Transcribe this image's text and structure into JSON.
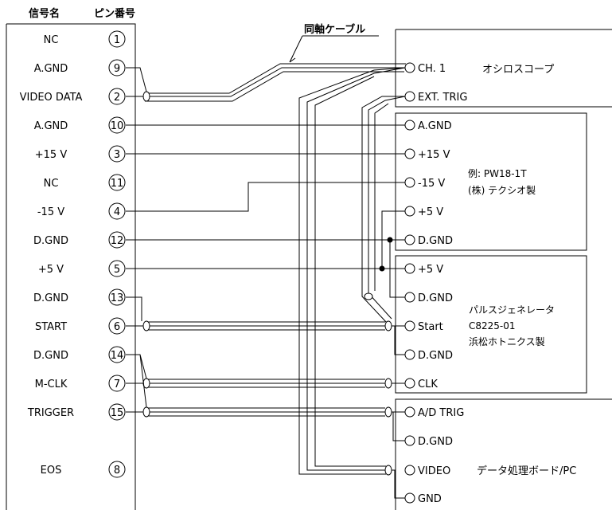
{
  "header": {
    "signal_name": "信号名",
    "pin_number": "ピン番号"
  },
  "cable_label": "同軸ケーブル",
  "connector_pins": [
    {
      "signal": "NC",
      "pin": "1"
    },
    {
      "signal": "A.GND",
      "pin": "9"
    },
    {
      "signal": "VIDEO DATA",
      "pin": "2"
    },
    {
      "signal": "A.GND",
      "pin": "10"
    },
    {
      "signal": "+15 V",
      "pin": "3"
    },
    {
      "signal": "NC",
      "pin": "11"
    },
    {
      "signal": "-15 V",
      "pin": "4"
    },
    {
      "signal": "D.GND",
      "pin": "12"
    },
    {
      "signal": "+5 V",
      "pin": "5"
    },
    {
      "signal": "D.GND",
      "pin": "13"
    },
    {
      "signal": "START",
      "pin": "6"
    },
    {
      "signal": "D.GND",
      "pin": "14"
    },
    {
      "signal": "M-CLK",
      "pin": "7"
    },
    {
      "signal": "TRIGGER",
      "pin": "15"
    },
    {
      "signal": "EOS",
      "pin": "8"
    }
  ],
  "oscilloscope": {
    "title": "オシロスコープ",
    "terminals": [
      "CH. 1",
      "EXT. TRIG"
    ]
  },
  "power_supply": {
    "title_line1": "例: PW18-1T",
    "title_line2": "(株) テクシオ製",
    "terminals": [
      "A.GND",
      "+15 V",
      "-15 V",
      "+5 V",
      "D.GND"
    ]
  },
  "pulse_generator": {
    "title_line1": "パルスジェネレータ",
    "title_line2": "C8225-01",
    "title_line3": "浜松ホトニクス製",
    "terminals": [
      "+5 V",
      "D.GND",
      "Start",
      "D.GND",
      "CLK"
    ]
  },
  "data_board": {
    "title": "データ処理ボード/PC",
    "terminals": [
      "A/D TRIG",
      "D.GND",
      "VIDEO",
      "GND"
    ]
  }
}
